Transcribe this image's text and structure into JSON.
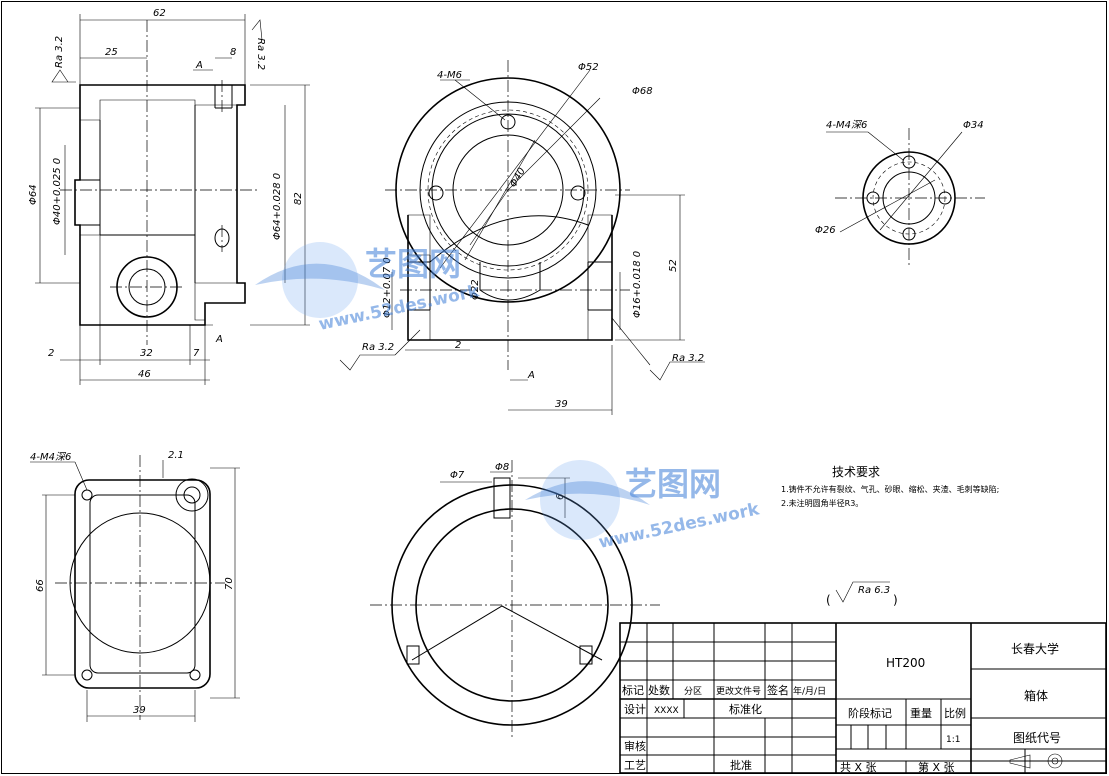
{
  "watermark": {
    "brand": "艺图网",
    "site": "www.52des.work",
    "color": "#3f7fd8"
  },
  "front_view": {
    "dims": {
      "top_width": "62",
      "offset_25": "25",
      "offset_8": "8",
      "ra_left": "Ra 3.2",
      "ra_right": "Ra 3.2",
      "dia_64": "Φ64",
      "dia_40": "Φ40+0.025 0",
      "dia_64_tol": "Φ64+0.028 0",
      "height_82": "82",
      "w_2": "2",
      "w_32": "32",
      "w_7": "7",
      "w_46": "46",
      "section_a_top": "A",
      "section_a_bottom": "A"
    }
  },
  "section_view": {
    "dims": {
      "holes_m6": "4-M6",
      "dia_52": "Φ52",
      "dia_68": "Φ68",
      "dia_40": "Φ40",
      "dia_22": "Φ22",
      "dia_12": "Φ12+0.07 0",
      "dia_16": "Φ16+0.018 0",
      "height_52": "52",
      "w_2": "2",
      "w_39": "39",
      "ra_left": "Ra 3.2",
      "ra_right": "Ra 3.2",
      "section_a": "A"
    }
  },
  "end_view": {
    "dims": {
      "holes_m4": "4-M4深6",
      "dia_34": "Φ34",
      "dia_26": "Φ26"
    }
  },
  "bottom_view": {
    "dims": {
      "holes_m4": "4-M4深6",
      "d_21": "2.1",
      "h_66": "66",
      "h_70": "70",
      "w_39": "39"
    }
  },
  "ring_view": {
    "dims": {
      "dia_7": "Φ7",
      "dia_8": "Φ8",
      "d_6": "6"
    }
  },
  "requirements": {
    "title": "技术要求",
    "items": [
      "1.铸件不允许有裂纹、气孔、砂眼、缩松、夹渣、毛刺等缺陷;",
      "2.未注明圆角半径R3。"
    ],
    "roughness_general": "Ra 6.3"
  },
  "title_block": {
    "material": "HT200",
    "school": "长春大学",
    "part_name": "箱体",
    "drawing_no": "图纸代号",
    "labels": {
      "mark": "标记",
      "count": "处数",
      "zone": "分区",
      "change_doc": "更改文件号",
      "sign": "签名",
      "date": "年/月/日",
      "design": "设计",
      "designer": "XXXX",
      "standard": "标准化",
      "check": "审核",
      "process": "工艺",
      "approve": "批准",
      "stage": "阶段标记",
      "weight": "重量",
      "scale": "比例",
      "scale_value": "1:1",
      "sheets": "共  X  张",
      "sheet_no": "第  X  张"
    }
  }
}
